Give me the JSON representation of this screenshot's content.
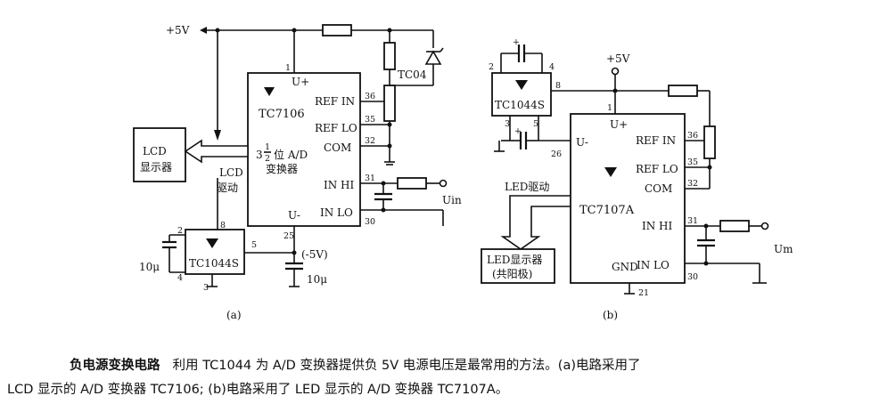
{
  "diagram": {
    "circuit_a": {
      "supply": "+5V",
      "chip": "TC7106",
      "chip_desc_digits": "3",
      "chip_desc_frac_num": "1",
      "chip_desc_frac_den": "2",
      "chip_desc_line1": "位 A/D",
      "chip_desc_line2": "变换器",
      "pin_uplus": "U+",
      "pin_uminus": "U-",
      "pin_refin": "REF IN",
      "pin_reflo": "REF LO",
      "pin_com": "COM",
      "pin_inhi": "IN HI",
      "pin_inlo": "IN LO",
      "pin_numbers": [
        "1",
        "36",
        "35",
        "32",
        "31",
        "30",
        "25",
        "8",
        "2",
        "4",
        "3",
        "5"
      ],
      "ref_diode": "TC04",
      "display_line1": "LCD",
      "display_line2": "显示器",
      "drive_line1": "LCD",
      "drive_line2": "驱动",
      "converter": "TC1044S",
      "cap_left": "10μ",
      "cap_right": "10μ",
      "neg_supply": "(-5V)",
      "input": "Uin",
      "sub_label": "(a)"
    },
    "circuit_b": {
      "supply": "+5V",
      "chip": "TC7107A",
      "converter": "TC1044S",
      "pin_uplus": "U+",
      "pin_uminus": "U-",
      "pin_refin": "REF IN",
      "pin_reflo": "REF LO",
      "pin_com": "COM",
      "pin_inhi": "IN HI",
      "pin_inlo": "IN LO",
      "pin_gnd": "GND",
      "pin_numbers": [
        "2",
        "4",
        "8",
        "3",
        "5",
        "1",
        "26",
        "36",
        "35",
        "32",
        "31",
        "30",
        "21"
      ],
      "drive": "LED驱动",
      "display_line1": "LED显示器",
      "display_line2": "(共阳极)",
      "input": "Um",
      "sub_label": "(b)"
    }
  },
  "caption": {
    "title": "负电源变换电路",
    "line1": "利用 TC1044 为 A/D 变换器提供负 5V 电源电压是最常用的方法。(a)电路采用了",
    "line2": "LCD 显示的 A/D 变换器 TC7106; (b)电路采用了 LED 显示的 A/D 变换器 TC7107A。"
  }
}
